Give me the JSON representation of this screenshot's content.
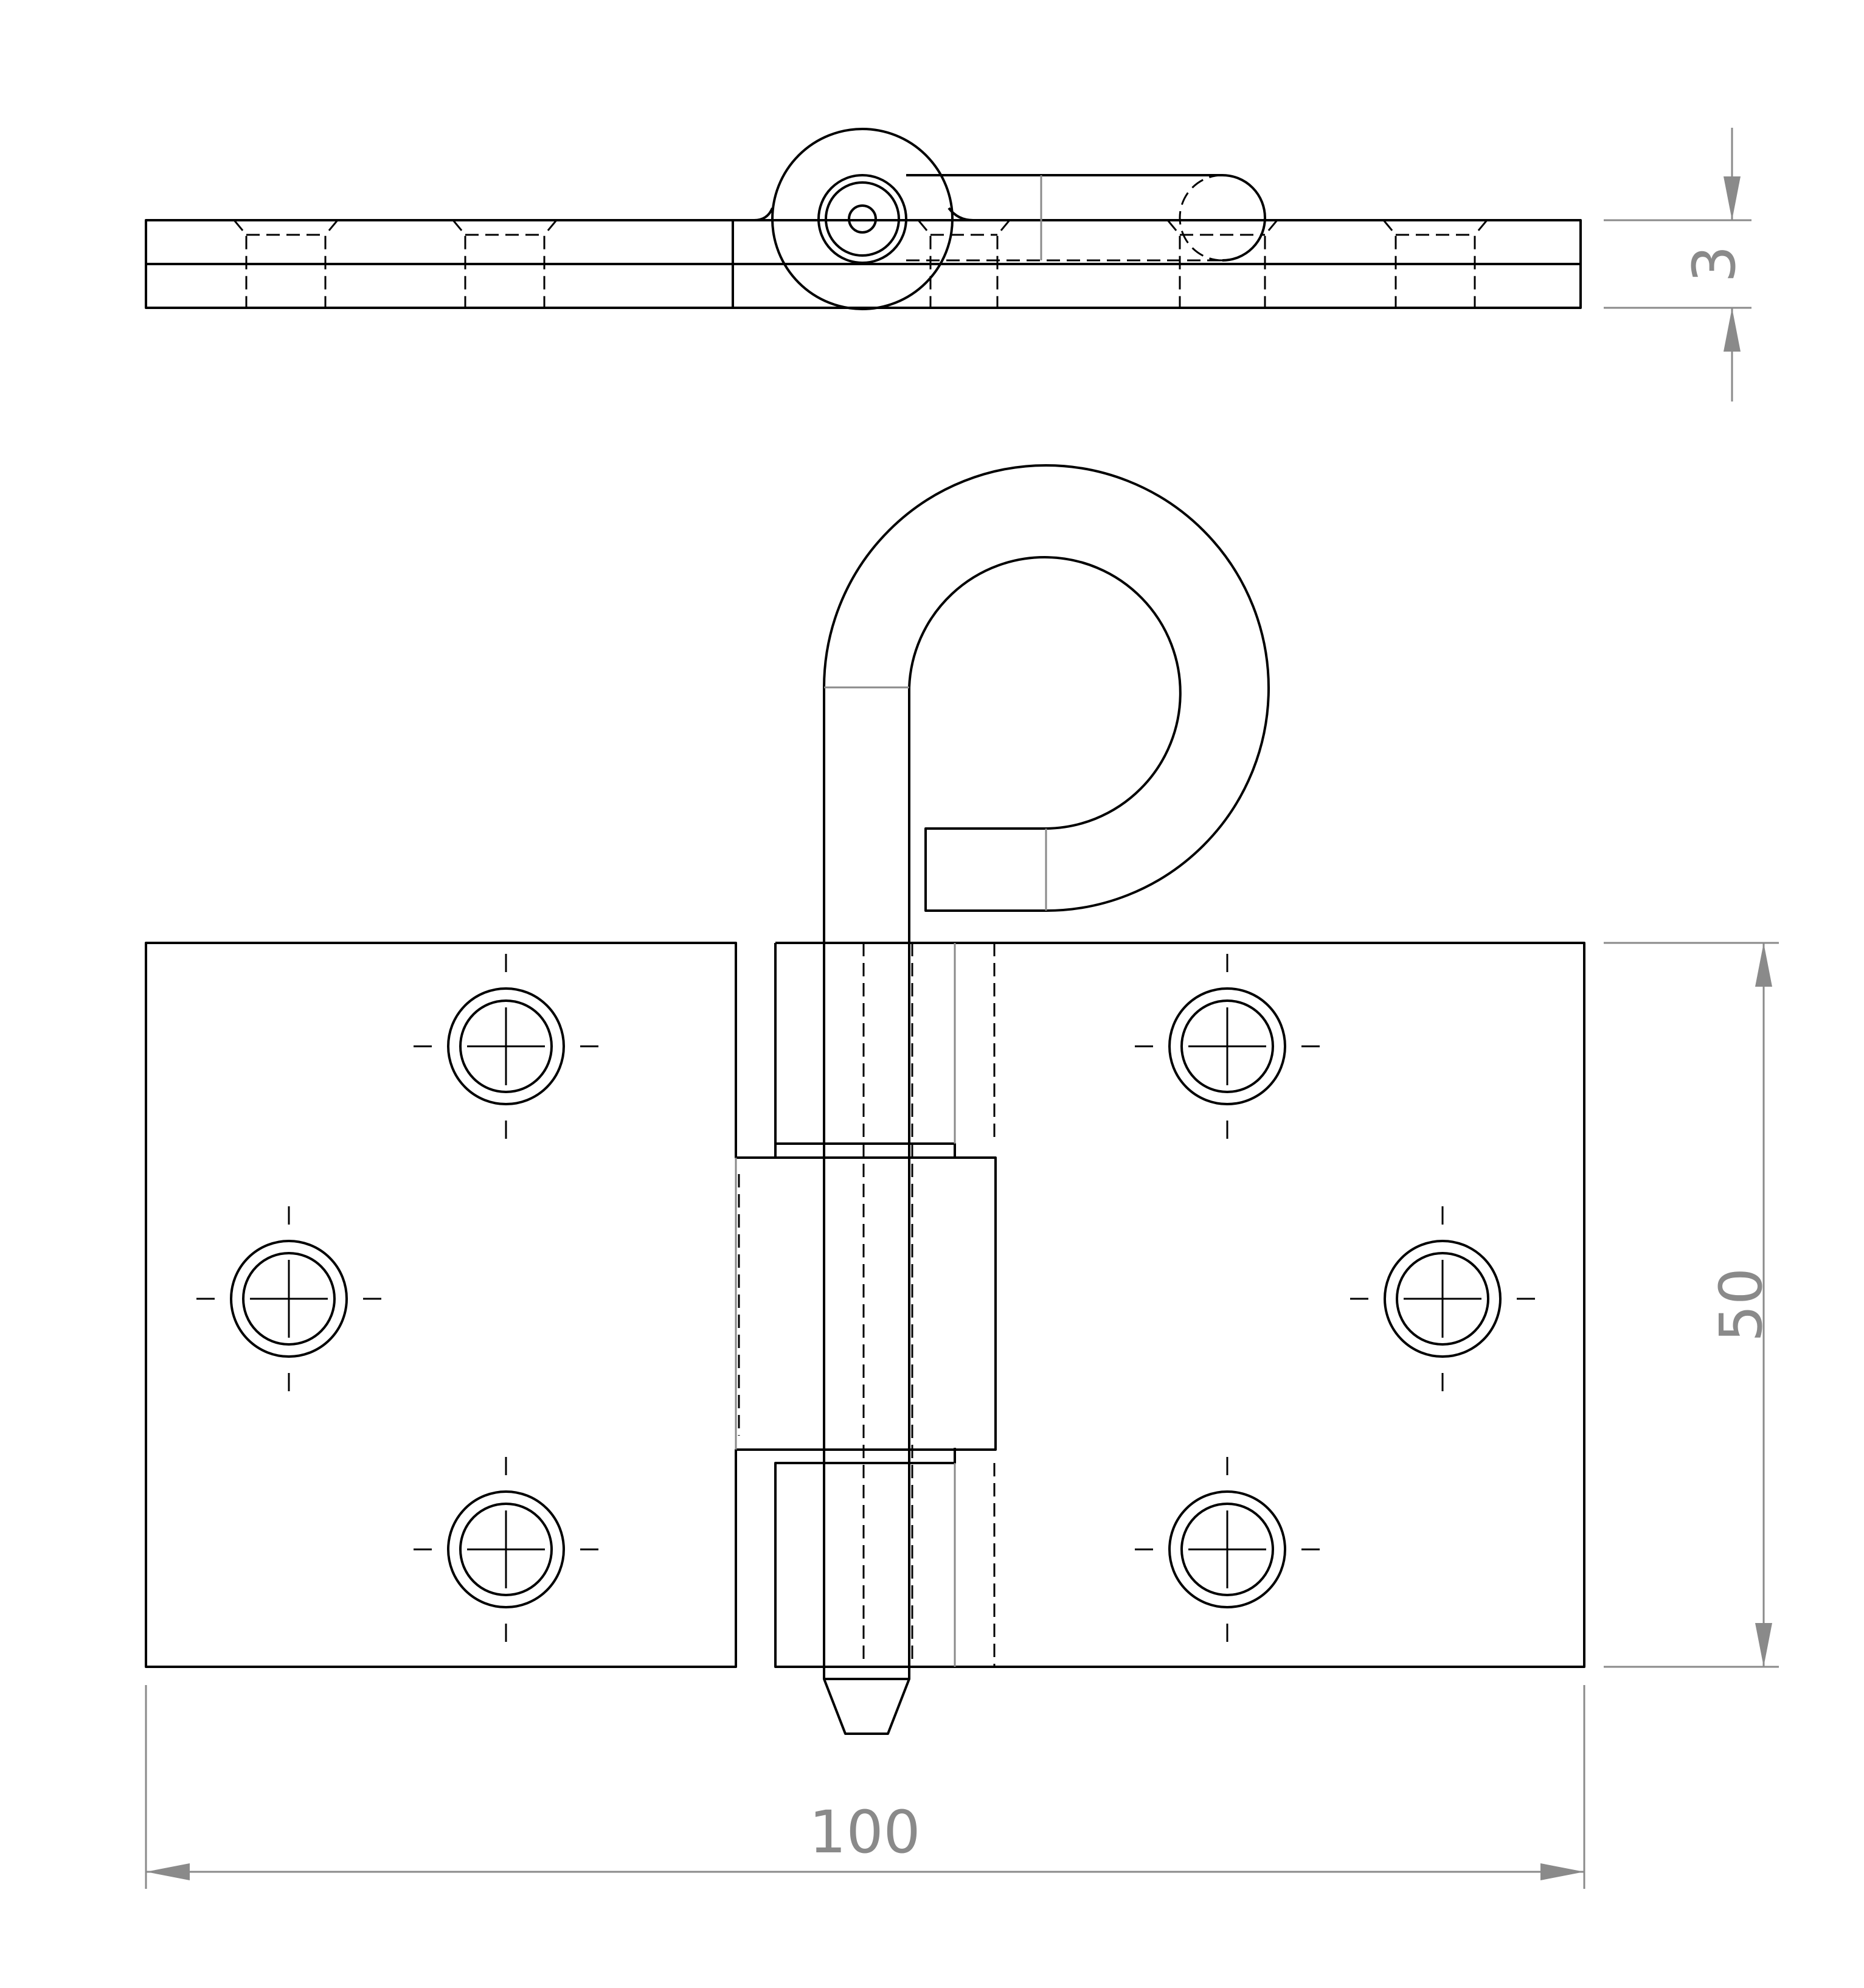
{
  "dimensions": {
    "thickness_label": "3",
    "height_label": "50",
    "width_label": "100"
  },
  "colors": {
    "outline": "#000000",
    "dimension": "#8a8a8a",
    "background": "#ffffff"
  }
}
